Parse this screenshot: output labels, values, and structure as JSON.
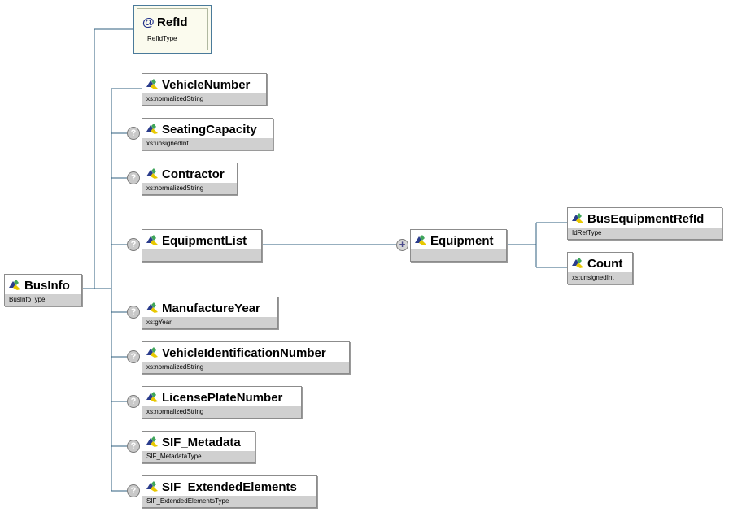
{
  "nodes": {
    "refid": {
      "name": "RefId",
      "type": "RefIdType"
    },
    "busInfo": {
      "name": "BusInfo",
      "type": "BusInfoType"
    },
    "vehicleNumber": {
      "name": "VehicleNumber",
      "type": "xs:normalizedString"
    },
    "seatingCapacity": {
      "name": "SeatingCapacity",
      "type": "xs:unsignedInt"
    },
    "contractor": {
      "name": "Contractor",
      "type": "xs:normalizedString"
    },
    "equipmentList": {
      "name": "EquipmentList",
      "type": ""
    },
    "equipment": {
      "name": "Equipment",
      "type": ""
    },
    "busEquipmentRefId": {
      "name": "BusEquipmentRefId",
      "type": "IdRefType"
    },
    "count": {
      "name": "Count",
      "type": "xs:unsignedInt"
    },
    "manufactureYear": {
      "name": "ManufactureYear",
      "type": "xs:gYear"
    },
    "vin": {
      "name": "VehicleIdentificationNumber",
      "type": "xs:normalizedString"
    },
    "licensePlate": {
      "name": "LicensePlateNumber",
      "type": "xs:normalizedString"
    },
    "sifMetadata": {
      "name": "SIF_Metadata",
      "type": "SIF_MetadataType"
    },
    "sifExtended": {
      "name": "SIF_ExtendedElements",
      "type": "SIF_ExtendedElementsType"
    }
  },
  "markers": {
    "optional": "?",
    "expand": "+"
  },
  "icons": {
    "attribute": "@",
    "element": "element-icon"
  },
  "colors": {
    "connector": "#2f5f7f",
    "type_bar": "#d0d0d0",
    "attribute_bg": "#fbfbee"
  }
}
